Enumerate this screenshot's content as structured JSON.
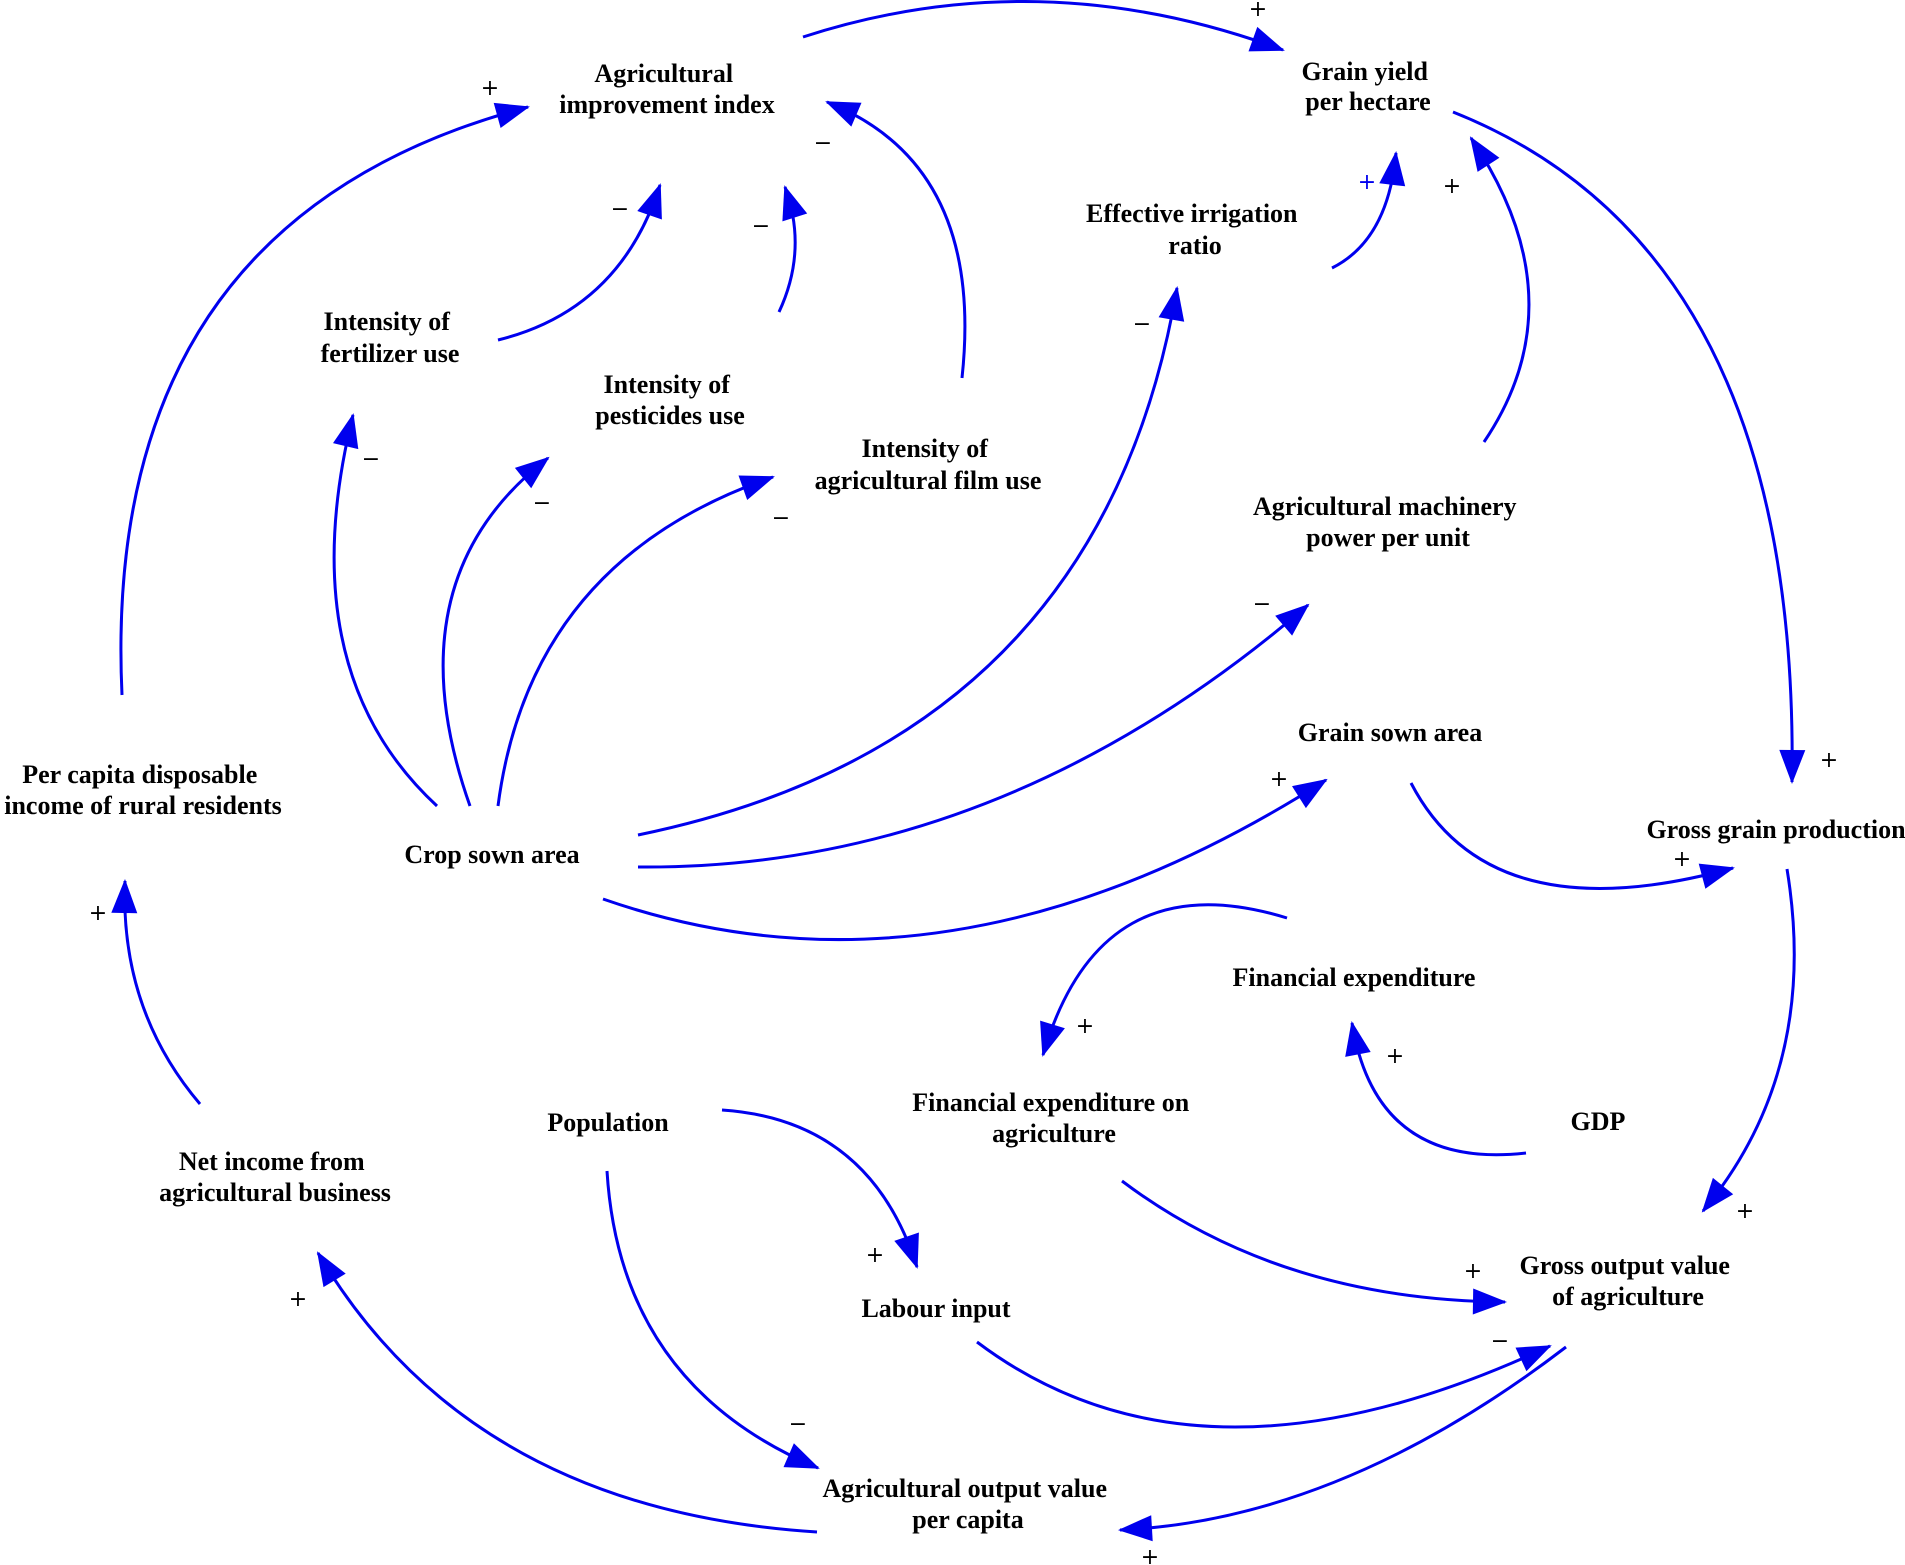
{
  "diagram": {
    "colors": {
      "arrow": "#0000ee",
      "text": "#000000",
      "background": "#ffffff"
    },
    "nodes": {
      "agri_improvement": [
        "Agricultural",
        "improvement index"
      ],
      "grain_yield": [
        "Grain yield",
        "per hectare"
      ],
      "effective_irrigation": [
        "Effective irrigation",
        "ratio"
      ],
      "fertilizer": [
        "Intensity of",
        "fertilizer use"
      ],
      "pesticides": [
        "Intensity of",
        "pesticides use"
      ],
      "film": [
        "Intensity of",
        "agricultural film use"
      ],
      "machinery": [
        "Agricultural machinery",
        "power per unit"
      ],
      "per_capita_income": [
        "Per capita disposable",
        "income of rural residents"
      ],
      "crop_sown": [
        "Crop sown area"
      ],
      "grain_sown": [
        "Grain sown area"
      ],
      "gross_grain": [
        "Gross grain production"
      ],
      "financial_exp": [
        "Financial expenditure"
      ],
      "financial_exp_agri": [
        "Financial expenditure on",
        "agriculture"
      ],
      "gdp": [
        "GDP"
      ],
      "net_income": [
        "Net income from",
        "agricultural business"
      ],
      "population": [
        "Population"
      ],
      "labour": [
        "Labour input"
      ],
      "gross_output": [
        "Gross output value",
        "of agriculture"
      ],
      "output_per_capita": [
        "Agricultural output value",
        "per capita"
      ]
    },
    "links": [
      {
        "id": "improvement-to-yield",
        "from": "agri_improvement",
        "to": "grain_yield",
        "polarity": "+"
      },
      {
        "id": "income-to-improvement",
        "from": "per_capita_income",
        "to": "agri_improvement",
        "polarity": "+"
      },
      {
        "id": "fertilizer-to-improvement",
        "from": "fertilizer",
        "to": "agri_improvement",
        "polarity": "−"
      },
      {
        "id": "pesticides-to-improvement",
        "from": "pesticides",
        "to": "agri_improvement",
        "polarity": "−"
      },
      {
        "id": "film-to-improvement",
        "from": "film",
        "to": "agri_improvement",
        "polarity": "−"
      },
      {
        "id": "irrigation-to-yield",
        "from": "effective_irrigation",
        "to": "grain_yield",
        "polarity": "+"
      },
      {
        "id": "machinery-to-yield",
        "from": "machinery",
        "to": "grain_yield",
        "polarity": "+"
      },
      {
        "id": "yield-to-grossgrain",
        "from": "grain_yield",
        "to": "gross_grain",
        "polarity": "+"
      },
      {
        "id": "crop-to-fertilizer",
        "from": "crop_sown",
        "to": "fertilizer",
        "polarity": "−"
      },
      {
        "id": "crop-to-pesticides",
        "from": "crop_sown",
        "to": "pesticides",
        "polarity": "−"
      },
      {
        "id": "crop-to-film",
        "from": "crop_sown",
        "to": "film",
        "polarity": "−"
      },
      {
        "id": "crop-to-irrigation",
        "from": "crop_sown",
        "to": "effective_irrigation",
        "polarity": "−"
      },
      {
        "id": "crop-to-machinery",
        "from": "crop_sown",
        "to": "machinery",
        "polarity": "−"
      },
      {
        "id": "crop-to-grainsown",
        "from": "crop_sown",
        "to": "grain_sown",
        "polarity": "+"
      },
      {
        "id": "grainsown-to-grossgrain",
        "from": "grain_sown",
        "to": "gross_grain",
        "polarity": "+"
      },
      {
        "id": "financial-to-finagri",
        "from": "financial_exp",
        "to": "financial_exp_agri",
        "polarity": "+"
      },
      {
        "id": "gdp-to-financial",
        "from": "gdp",
        "to": "financial_exp",
        "polarity": "+"
      },
      {
        "id": "grossgrain-to-grossoutput",
        "from": "gross_grain",
        "to": "gross_output",
        "polarity": "+"
      },
      {
        "id": "finagri-to-grossoutput",
        "from": "financial_exp_agri",
        "to": "gross_output",
        "polarity": "+"
      },
      {
        "id": "population-to-labour",
        "from": "population",
        "to": "labour",
        "polarity": "+"
      },
      {
        "id": "labour-to-grossoutput",
        "from": "labour",
        "to": "gross_output",
        "polarity": "−"
      },
      {
        "id": "population-to-percapita",
        "from": "population",
        "to": "output_per_capita",
        "polarity": "−"
      },
      {
        "id": "grossoutput-to-percapita",
        "from": "gross_output",
        "to": "output_per_capita",
        "polarity": "+"
      },
      {
        "id": "percapita-to-netincome",
        "from": "output_per_capita",
        "to": "net_income",
        "polarity": "+"
      },
      {
        "id": "netincome-to-income",
        "from": "net_income",
        "to": "per_capita_income",
        "polarity": "+"
      }
    ]
  }
}
